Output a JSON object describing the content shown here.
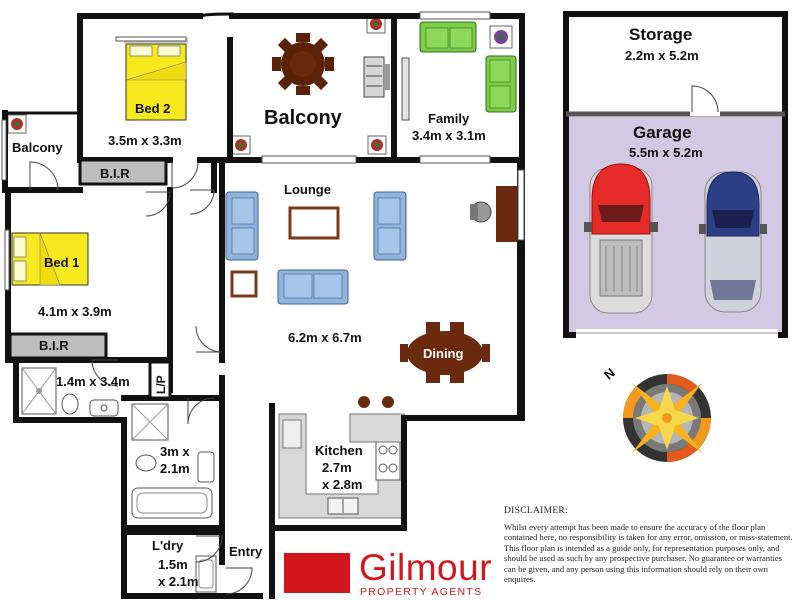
{
  "rooms": {
    "bed2": {
      "name": "Bed 2",
      "size": "3.5m x 3.3m"
    },
    "balcony_main": {
      "name": "Balcony"
    },
    "family": {
      "name": "Family",
      "size": "3.4m x 3.1m"
    },
    "balcony_side": {
      "name": "Balcony"
    },
    "bir_top": {
      "name": "B.I.R"
    },
    "bed1": {
      "name": "Bed 1",
      "size": "4.1m x 3.9m"
    },
    "bir_bottom": {
      "name": "B.I.R"
    },
    "lounge": {
      "name": "Lounge",
      "size": "6.2m x 6.7m"
    },
    "dining": {
      "name": "Dining"
    },
    "ensuite": {
      "size": "1.4m x 3.4m"
    },
    "lp": {
      "name": "L/P"
    },
    "bath": {
      "size_line1": "3m x",
      "size_line2": "2.1m"
    },
    "kitchen": {
      "name": "Kitchen",
      "size_line1": "2.7m",
      "size_line2": "x 2.8m"
    },
    "laundry": {
      "name": "L'dry",
      "size_line1": "1.5m",
      "size_line2": "x 2.1m"
    },
    "entry": {
      "name": "Entry"
    },
    "storage": {
      "name": "Storage",
      "size": "2.2m x 5.2m"
    },
    "garage": {
      "name": "Garage",
      "size": "5.5m x 5.2m"
    }
  },
  "compass": {
    "north_label": "N"
  },
  "brand": {
    "name": "Gilmour",
    "tagline": "PROPERTY AGENTS",
    "color": "#d3161b"
  },
  "disclaimer": {
    "title": "DISCLAIMER:",
    "text": "Whilst every attempt has been made to ensure the accuracy of the floor plan contained here, no responsibility is taken for any error, omission, or miss-statement. This floor plan is intended as a guide only, for representation purposes only, and should be used as such by any prospective purchaser. No guarantee or warranties can be given, and any person using this information should rely on their own enquires."
  },
  "colors": {
    "wall": "#111111",
    "bed": "#f6ea1f",
    "sofa": "#8fb4de",
    "family_sofa": "#7ccc4a",
    "garage_floor": "#d3c9e4",
    "dining_table": "#5a2209",
    "car_red": "#e52a27",
    "car_blue": "#2c3f86"
  }
}
